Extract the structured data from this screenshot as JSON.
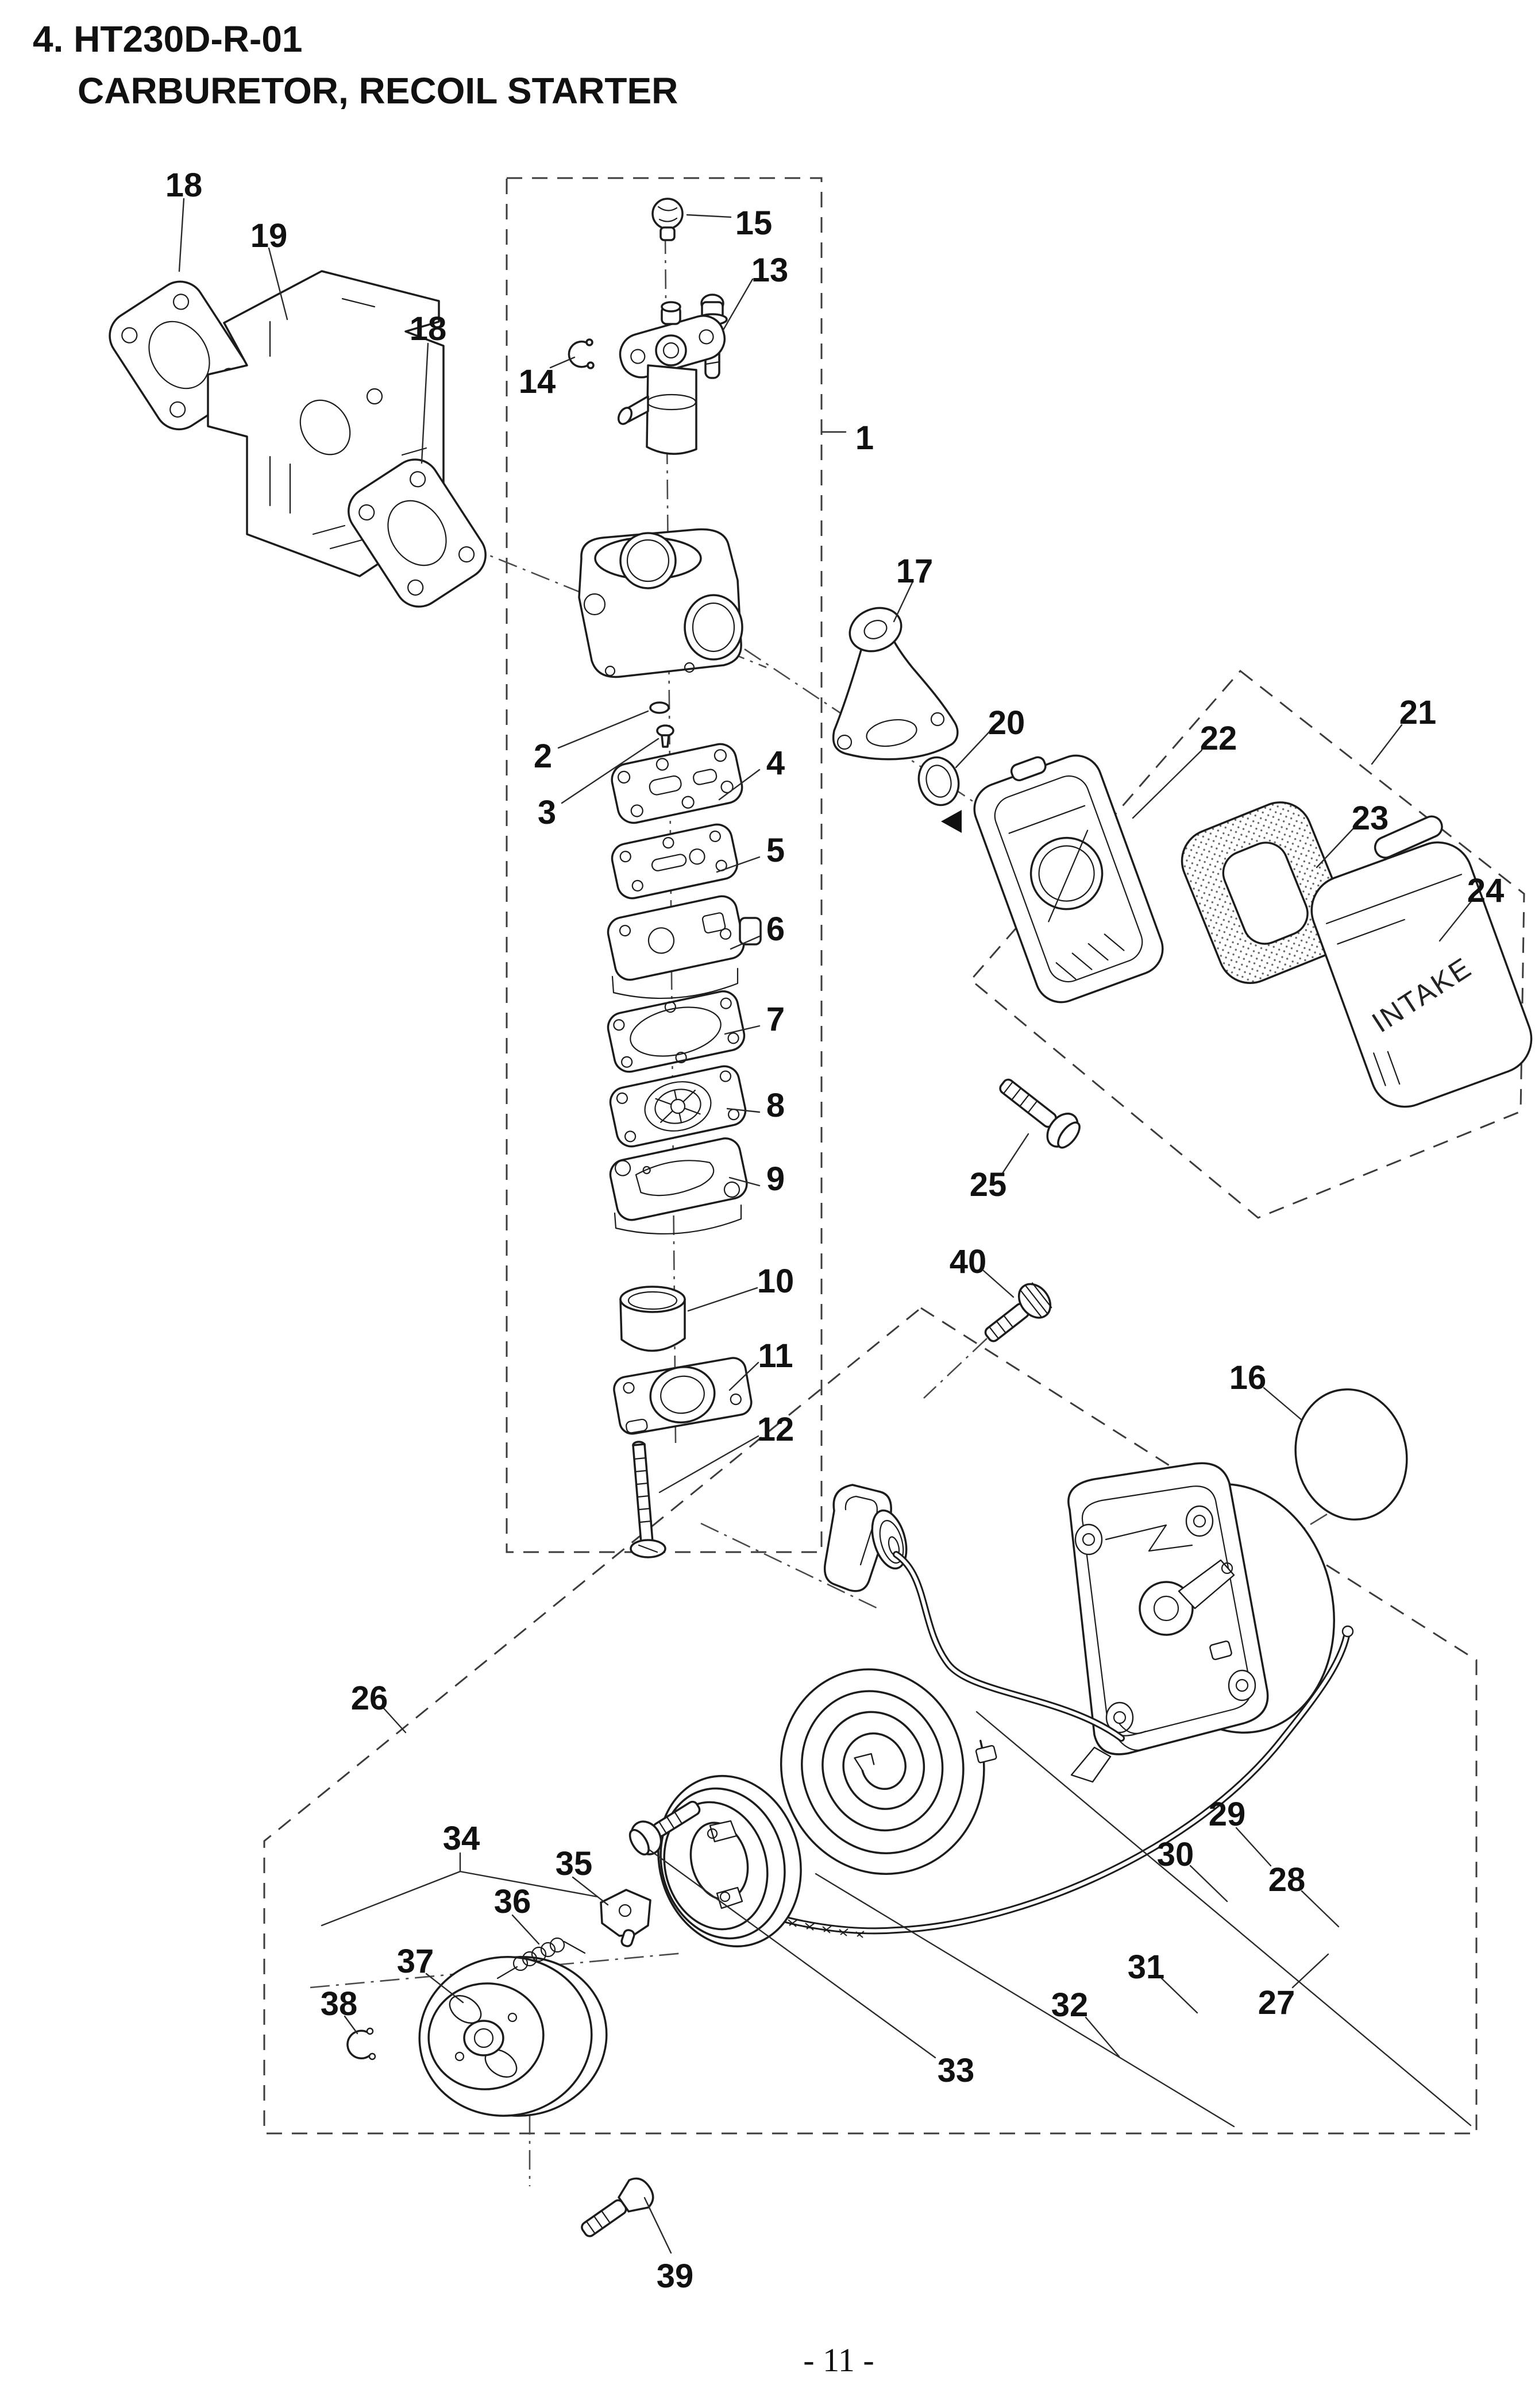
{
  "title": {
    "line1": "4. HT230D-R-01",
    "line2": "CARBURETOR,  RECOIL STARTER"
  },
  "page_number": "- 11 -",
  "air_cleaner_cover_text": "INTAKE",
  "callouts": [
    "18",
    "19",
    "18",
    "15",
    "13",
    "14",
    "1",
    "17",
    "2",
    "3",
    "4",
    "5",
    "6",
    "7",
    "8",
    "9",
    "10",
    "11",
    "12",
    "20",
    "21",
    "22",
    "23",
    "24",
    "25",
    "40",
    "16",
    "26",
    "29",
    "30",
    "28",
    "31",
    "27",
    "32",
    "33",
    "34",
    "35",
    "36",
    "37",
    "38",
    "39"
  ]
}
